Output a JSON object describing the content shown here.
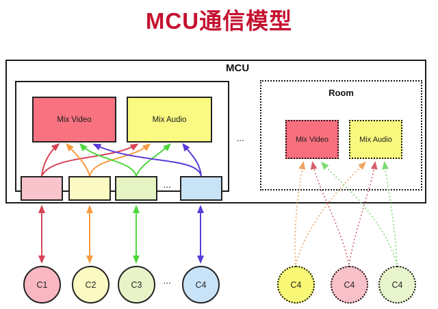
{
  "title": "MCU通信模型",
  "mcu": {
    "label": "MCU",
    "mix_video_label": "Mix Video",
    "mix_audio_label": "Mix Audio",
    "stream_ellipsis": "...",
    "side_ellipsis": "..."
  },
  "room": {
    "label": "Room",
    "mix_video_label": "Mix Video",
    "mix_audio_label": "Mix Audio"
  },
  "left_clients": {
    "c1": "C1",
    "c2": "C2",
    "c3": "C3",
    "c4": "C4",
    "ellipsis": "..."
  },
  "right_clients": {
    "yellow": "C4",
    "pink": "C4",
    "green": "C4"
  },
  "colors": {
    "title_red": "#c41230",
    "arrow_red": "#d84355",
    "arrow_orange": "#f79b3e",
    "arrow_green": "#50d73e",
    "arrow_blue": "#5b3bd8",
    "dotted_orange": "#eda45f",
    "dotted_red": "#d4606b",
    "dotted_green": "#7edb72",
    "mix_video_fill": "#f8737f",
    "mix_audio_fill": "#fafa82",
    "stream_pink": "#f9c4cc",
    "stream_yellow": "#fafac2",
    "stream_green": "#e6f3c3",
    "stream_blue": "#c8e3f6",
    "circle_pink": "#f9b7c1",
    "circle_yellow": "#fafac2",
    "circle_green": "#e8f4c8",
    "circle_blue": "#c8e3f8",
    "room_circle_yellow": "#f8f876",
    "room_circle_pink": "#f8c0c8",
    "room_circle_green": "#e8f4cc"
  }
}
